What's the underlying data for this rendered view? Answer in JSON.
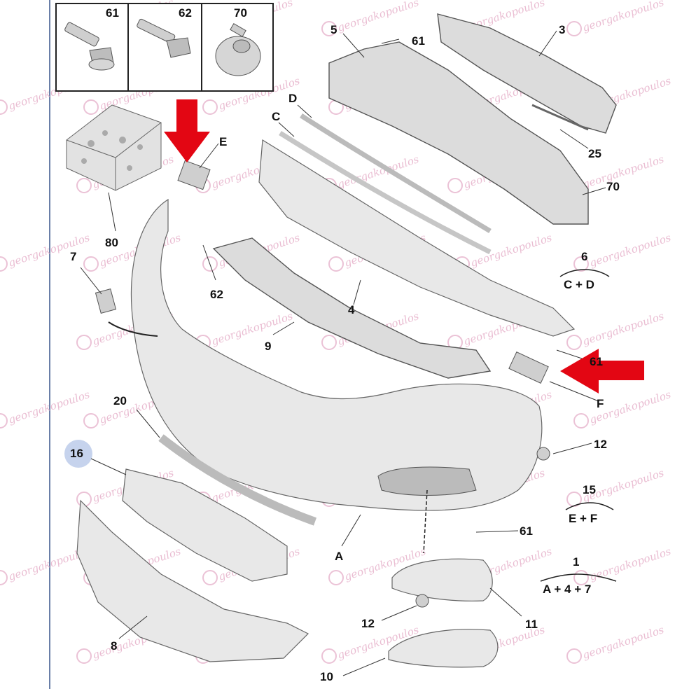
{
  "diagram": {
    "colors": {
      "arrow": "#e30613",
      "watermark": "#e3a8c4",
      "part_fill": "#dcdcdc",
      "outline": "#555555"
    },
    "fastener_box_labels": [
      "61",
      "62",
      "70"
    ],
    "part_labels": {
      "p5": "5",
      "p61_top": "61",
      "p3": "3",
      "pD": "D",
      "pC": "C",
      "pE": "E",
      "p25": "25",
      "p70": "70",
      "p80": "80",
      "p6": "6",
      "p6_formula": "C + D",
      "p7": "7",
      "p62": "62",
      "p4": "4",
      "p9": "9",
      "p61_right": "61",
      "pF": "F",
      "p20": "20",
      "p12_right": "12",
      "p16": "16",
      "p15": "15",
      "p15_formula": "E + F",
      "pA": "A",
      "p61_low": "61",
      "p1": "1",
      "p1_formula": "A + 4 + 7",
      "p8": "8",
      "p12_low": "12",
      "p11": "11",
      "p10": "10"
    },
    "watermark_text": "georgakopoulos",
    "arrows": [
      "down-arrow-to-E",
      "left-arrow-to-F"
    ]
  }
}
